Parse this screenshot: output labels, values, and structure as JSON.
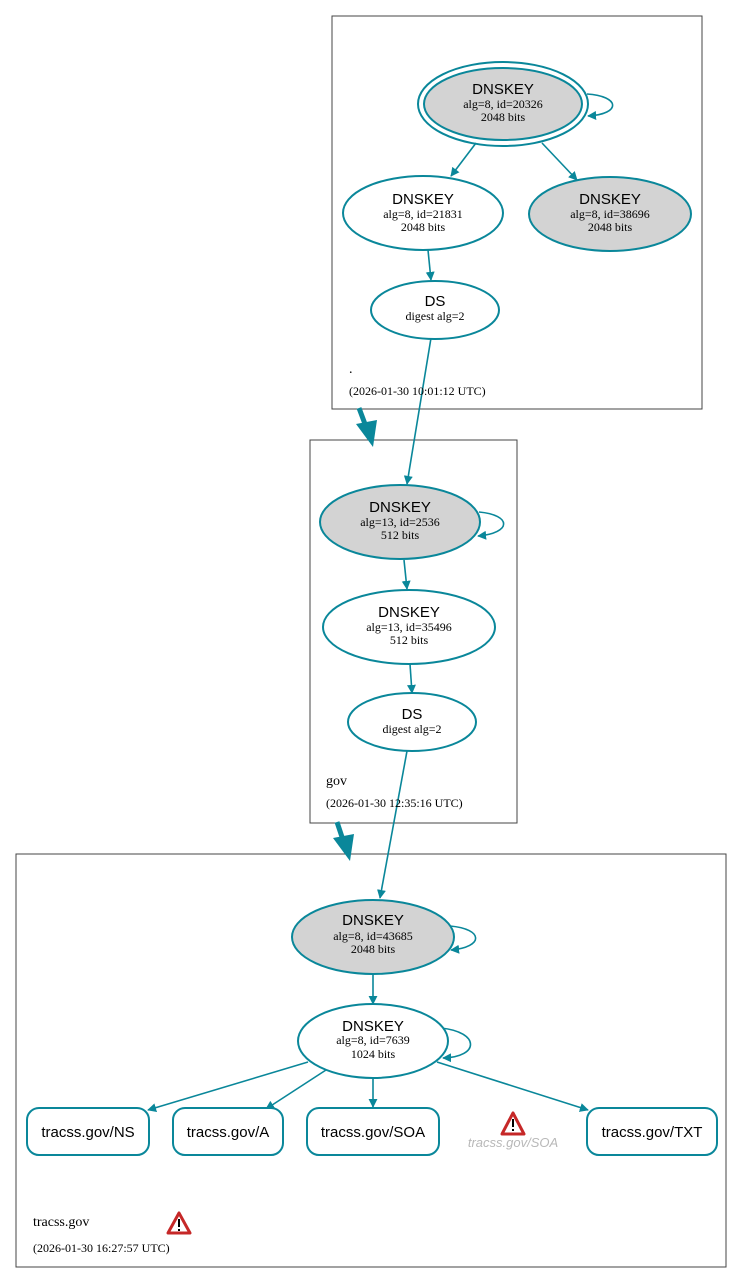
{
  "colors": {
    "edge": "#0a879a",
    "ksk_fill": "#d3d3d3",
    "zsk_fill": "#ffffff",
    "warning_red": "#c62828",
    "ghost_text": "#b8b8b8"
  },
  "zones": {
    "root": {
      "name": ".",
      "timestamp": "(2026-01-30 10:01:12 UTC)",
      "nodes": {
        "ksk": {
          "title": "DNSKEY",
          "line1": "alg=8, id=20326",
          "line2": "2048 bits"
        },
        "zsk": {
          "title": "DNSKEY",
          "line1": "alg=8, id=21831",
          "line2": "2048 bits"
        },
        "key3": {
          "title": "DNSKEY",
          "line1": "alg=8, id=38696",
          "line2": "2048 bits"
        },
        "ds": {
          "title": "DS",
          "line1": "digest alg=2"
        }
      }
    },
    "gov": {
      "name": "gov",
      "timestamp": "(2026-01-30 12:35:16 UTC)",
      "nodes": {
        "ksk": {
          "title": "DNSKEY",
          "line1": "alg=13, id=2536",
          "line2": "512 bits"
        },
        "zsk": {
          "title": "DNSKEY",
          "line1": "alg=13, id=35496",
          "line2": "512 bits"
        },
        "ds": {
          "title": "DS",
          "line1": "digest alg=2"
        }
      }
    },
    "tracss": {
      "name": "tracss.gov",
      "timestamp": "(2026-01-30 16:27:57 UTC)",
      "nodes": {
        "ksk": {
          "title": "DNSKEY",
          "line1": "alg=8, id=43685",
          "line2": "2048 bits"
        },
        "zsk": {
          "title": "DNSKEY",
          "line1": "alg=8, id=7639",
          "line2": "1024 bits"
        }
      },
      "rrsets": {
        "ns": "tracss.gov/NS",
        "a": "tracss.gov/A",
        "soa": "tracss.gov/SOA",
        "soa_ghost": "tracss.gov/SOA",
        "txt": "tracss.gov/TXT"
      }
    }
  }
}
